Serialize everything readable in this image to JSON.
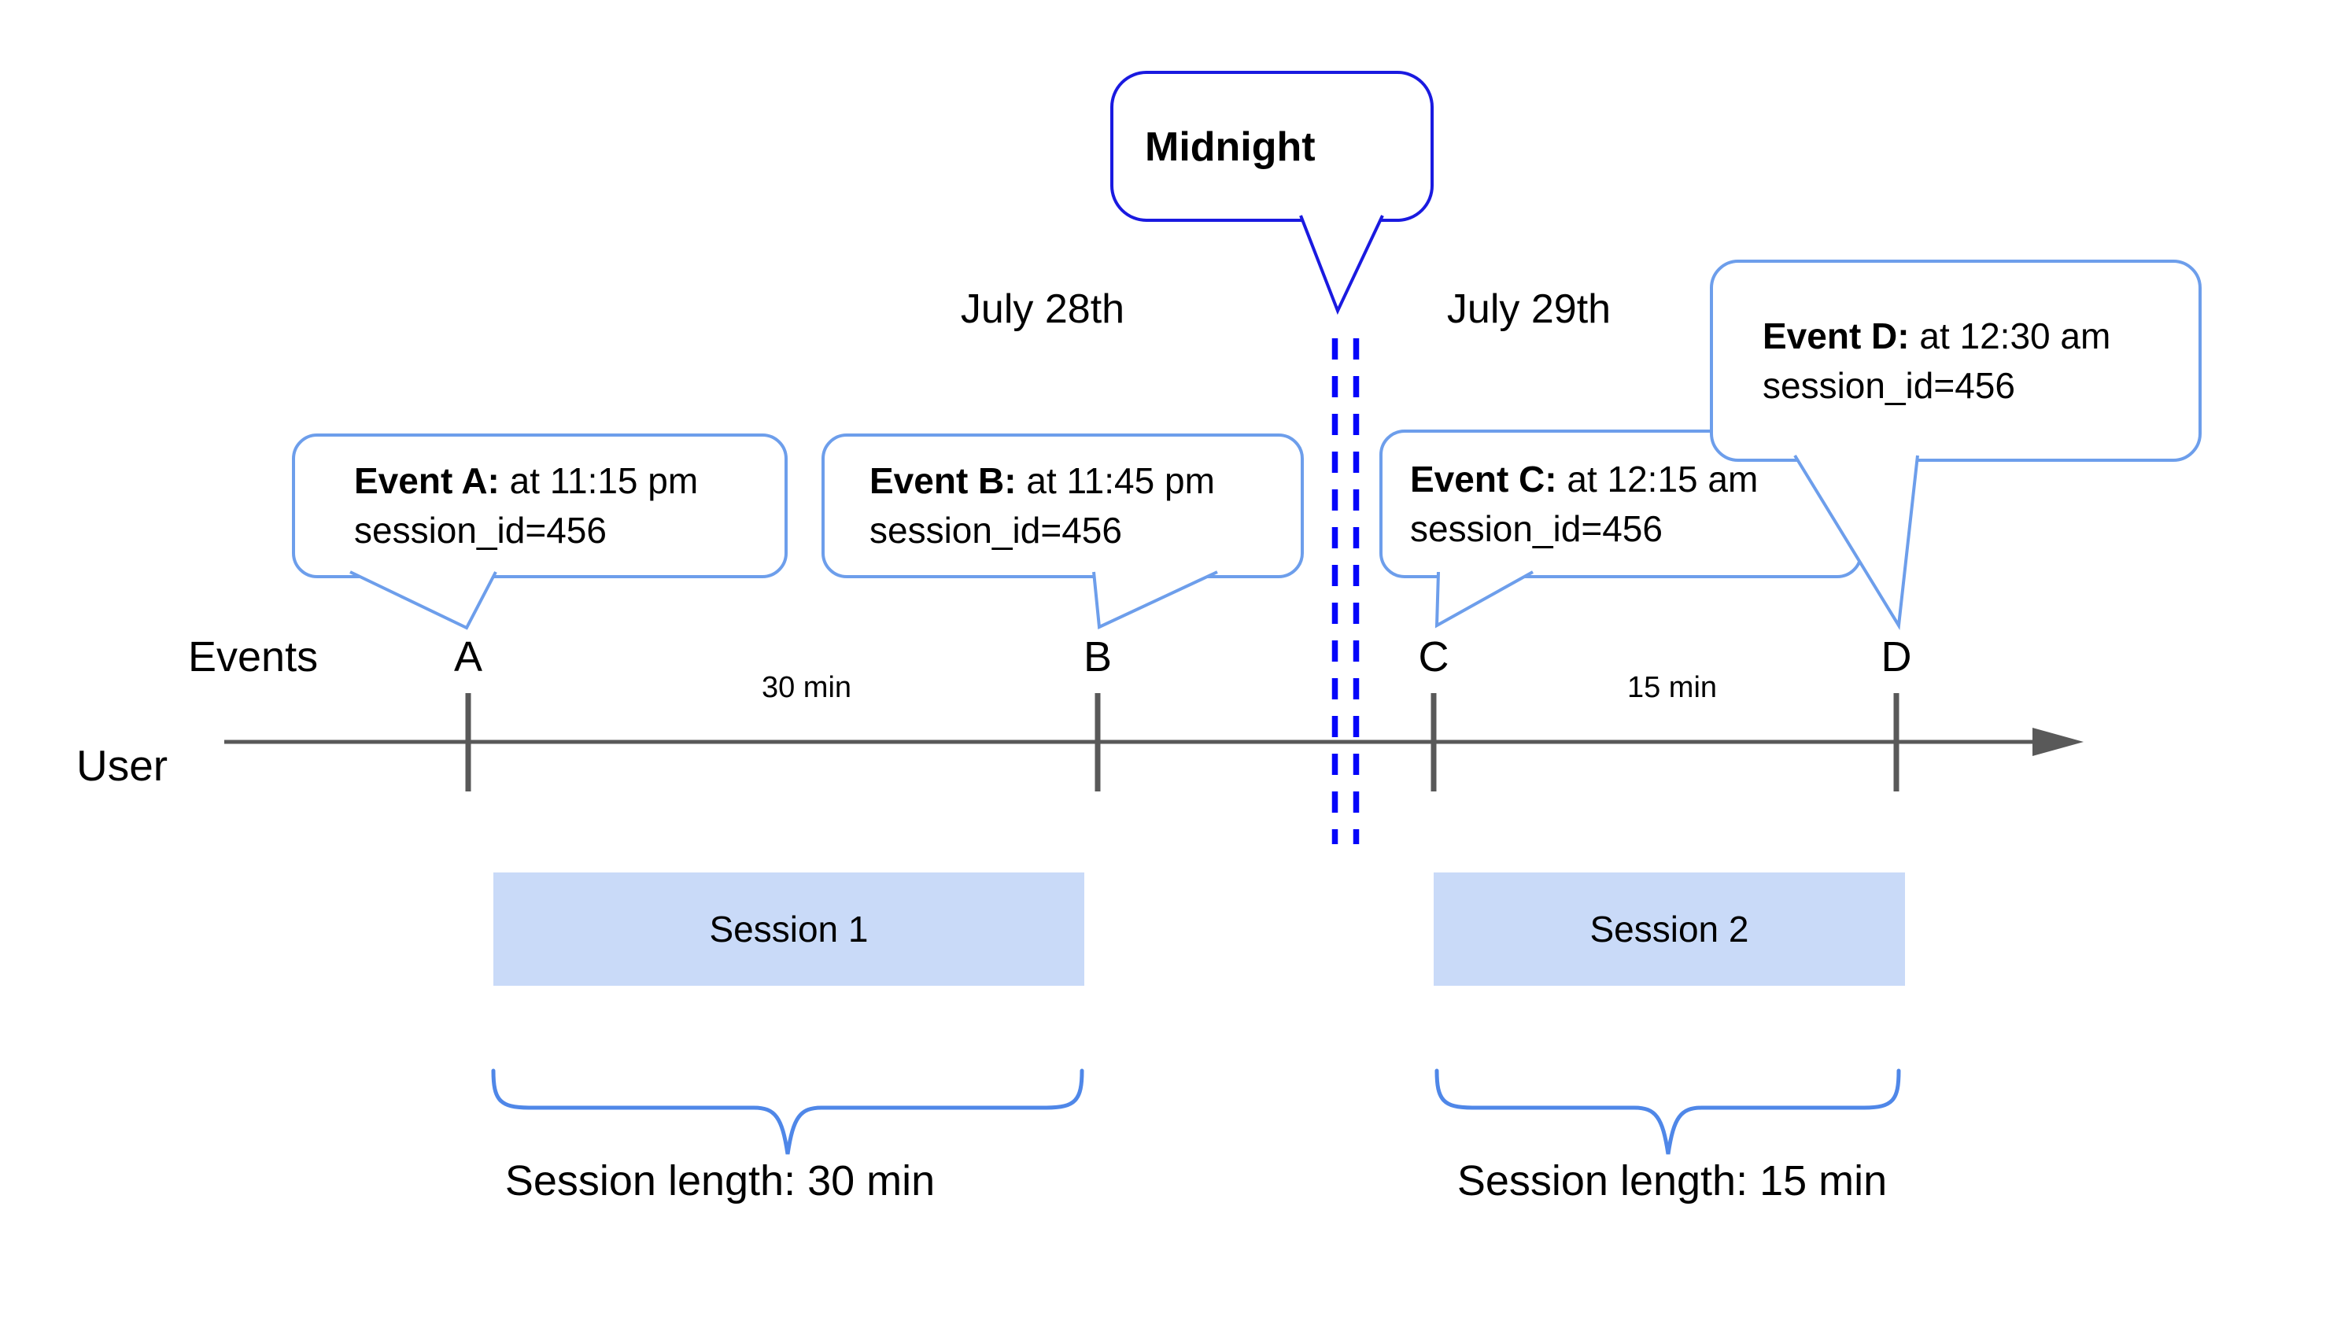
{
  "diagram": {
    "midnight": {
      "label": "Midnight"
    },
    "dates": {
      "left": "July 28th",
      "right": "July 29th"
    },
    "events_row_label": "Events",
    "user_label": "User",
    "events": [
      {
        "letter": "A",
        "callout_bold": "Event A:",
        "callout_rest": " at 11:15 pm",
        "callout_line2": "session_id=456"
      },
      {
        "letter": "B",
        "callout_bold": "Event B:",
        "callout_rest": " at 11:45 pm",
        "callout_line2": "session_id=456"
      },
      {
        "letter": "C",
        "callout_bold": "Event C:",
        "callout_rest": " at 12:15 am",
        "callout_line2": "session_id=456"
      },
      {
        "letter": "D",
        "callout_bold": "Event D:",
        "callout_rest": " at 12:30 am",
        "callout_line2": "session_id=456"
      }
    ],
    "intervals": {
      "first": "30 min",
      "second": "15 min"
    },
    "sessions": [
      {
        "label": "Session 1",
        "length_label": "Session length: 30 min"
      },
      {
        "label": "Session 2",
        "length_label": "Session length: 15 min"
      }
    ],
    "colors": {
      "accent_blue": "#0505fa",
      "midnight_border": "#1a1ae0",
      "bubble_border": "#6d9eeb",
      "session_fill": "#c9daf8",
      "axis_gray": "#595959",
      "brace_blue": "#4f87e8"
    }
  }
}
